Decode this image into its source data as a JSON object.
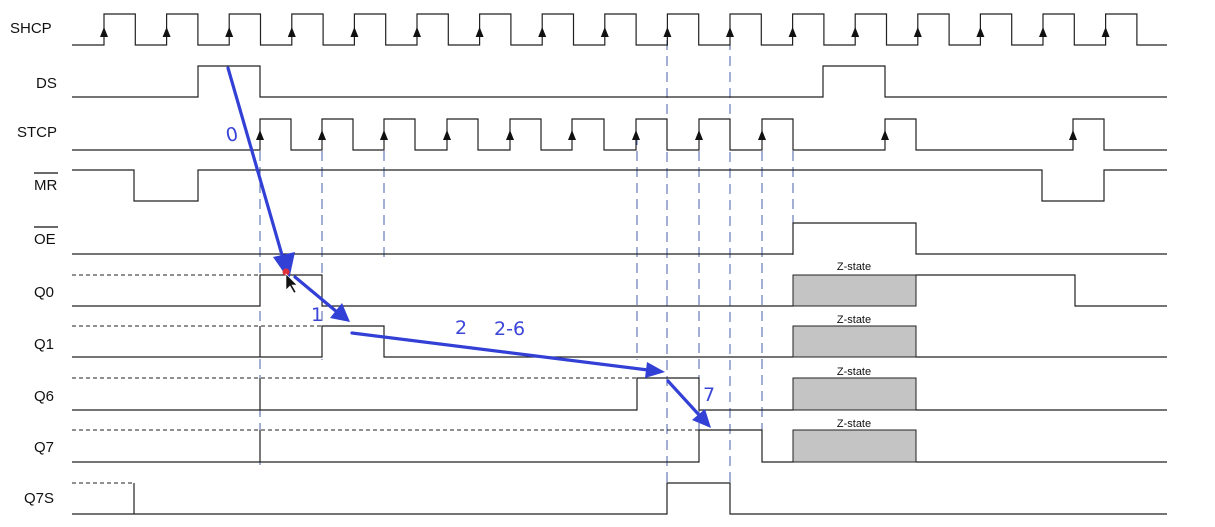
{
  "signals": [
    {
      "key": "shcp",
      "label": "SHCP"
    },
    {
      "key": "ds",
      "label": "DS"
    },
    {
      "key": "stcp",
      "label": "STCP"
    },
    {
      "key": "mr",
      "label": "MR",
      "overline": true
    },
    {
      "key": "oe",
      "label": "OE",
      "overline": true
    },
    {
      "key": "q0",
      "label": "Q0"
    },
    {
      "key": "q1",
      "label": "Q1"
    },
    {
      "key": "q6",
      "label": "Q6"
    },
    {
      "key": "q7",
      "label": "Q7"
    },
    {
      "key": "q7s",
      "label": "Q7S"
    }
  ],
  "z_state_label": "Z-state",
  "annotations": {
    "step0": "0",
    "step1": "1",
    "step2": "2",
    "step2_range": "2-6",
    "step7": "7"
  },
  "colors": {
    "waveform": "#222222",
    "annotation": "#3340d6",
    "z_fill": "#c4c4c4",
    "guide": "#4a5fa8"
  }
}
